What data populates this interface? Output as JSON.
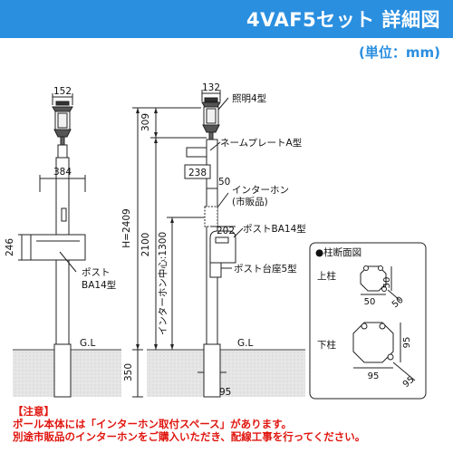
{
  "header": {
    "title": "4VAF5セット 詳細図",
    "unit": "(単位：mm)"
  },
  "left_view": {
    "lamp_width": "152",
    "width": "384",
    "box_height": "246",
    "post_label_1": "ポスト",
    "post_label_2": "BA14型",
    "ground": "G.L"
  },
  "right_view": {
    "lamp_width": "132",
    "lamp_height": "309",
    "total_height": "H=2409",
    "pole_height": "2100",
    "intercom_height": "インターホン中心:1300",
    "nameplate_width": "238",
    "gap": "50",
    "post_width": "202",
    "burial_depth": "350",
    "pole_width": "95",
    "ground": "G.L",
    "labels": {
      "lighting": "照明4型",
      "nameplate": "ネームプレートA型",
      "intercom_1": "インターホン",
      "intercom_2": "(市販品)",
      "post": "ポストBA14型",
      "post_base": "ポスト台座5型"
    }
  },
  "section": {
    "title": "●柱断面図",
    "upper_label": "上柱",
    "upper_dim_a": "50",
    "upper_dim_b": "50",
    "upper_dim_c": "50",
    "lower_label": "下柱",
    "lower_dim_a": "95",
    "lower_dim_b": "95",
    "lower_dim_c": "95"
  },
  "notes": {
    "heading": "【注意】",
    "line1": "ポール本体には「インターホン取付スペース」があります。",
    "line2": "別途市販品のインターホンをご購入いただき、配線工事を行ってください。"
  }
}
